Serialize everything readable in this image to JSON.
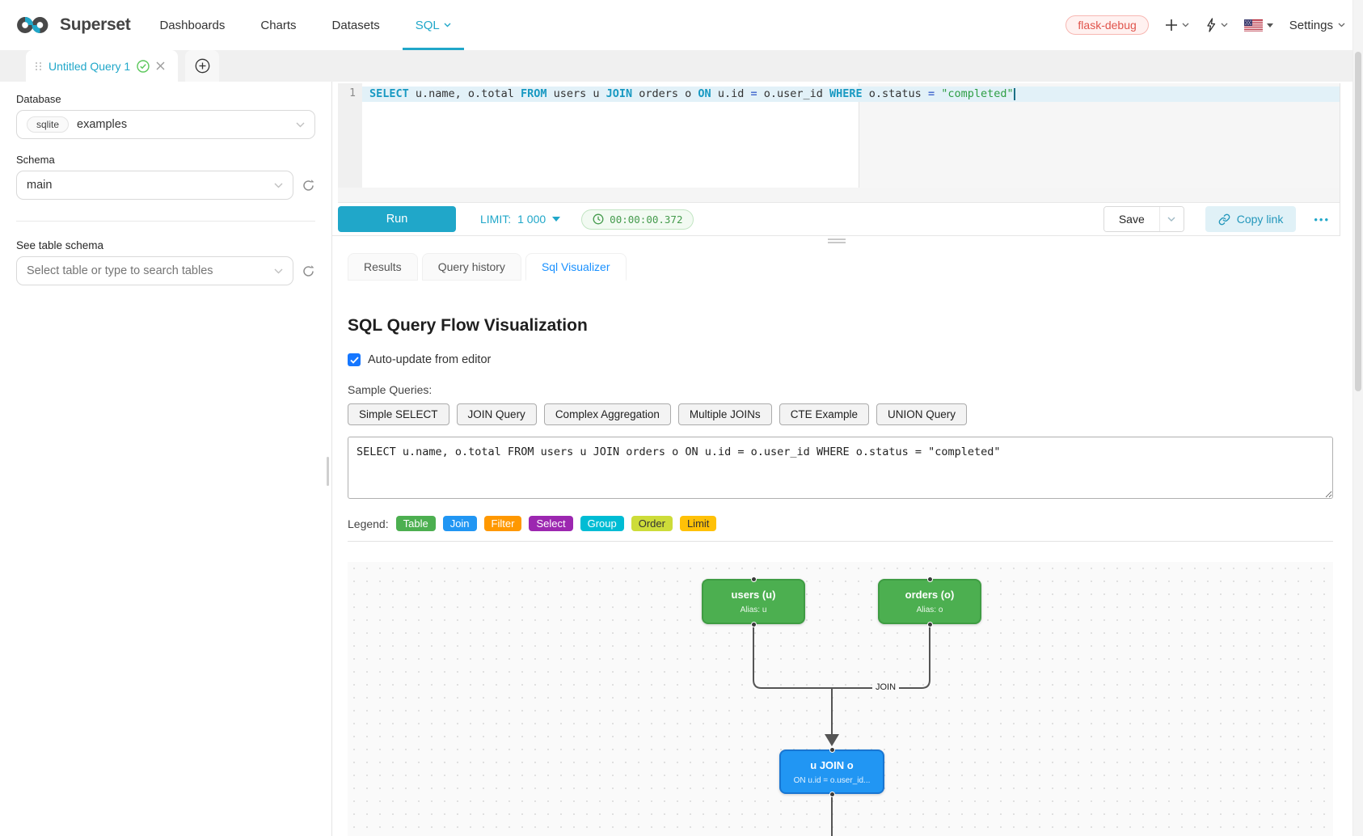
{
  "header": {
    "brand": "Superset",
    "nav": {
      "dashboards": "Dashboards",
      "charts": "Charts",
      "datasets": "Datasets",
      "sql": "SQL"
    },
    "env_badge": "flask-debug",
    "settings_label": "Settings"
  },
  "query_tab": {
    "title": "Untitled Query 1"
  },
  "sidebar": {
    "database_label": "Database",
    "database_engine": "sqlite",
    "database_name": "examples",
    "schema_label": "Schema",
    "schema_value": "main",
    "table_schema_label": "See table schema",
    "table_placeholder": "Select table or type to search tables"
  },
  "editor": {
    "line_number": "1",
    "sql_tokens": [
      {
        "text": "SELECT",
        "type": "kw"
      },
      {
        "text": " u.name, o.total ",
        "type": "pl"
      },
      {
        "text": "FROM",
        "type": "kw"
      },
      {
        "text": " users u ",
        "type": "pl"
      },
      {
        "text": "JOIN",
        "type": "kw"
      },
      {
        "text": " orders o ",
        "type": "pl"
      },
      {
        "text": "ON",
        "type": "kw"
      },
      {
        "text": " u.id ",
        "type": "pl"
      },
      {
        "text": "=",
        "type": "op"
      },
      {
        "text": " o.user_id ",
        "type": "pl"
      },
      {
        "text": "WHERE",
        "type": "kw"
      },
      {
        "text": " o.status ",
        "type": "pl"
      },
      {
        "text": "=",
        "type": "op"
      },
      {
        "text": " ",
        "type": "pl"
      },
      {
        "text": "\"completed\"",
        "type": "str"
      }
    ]
  },
  "toolbar": {
    "run_label": "Run",
    "limit_label": "LIMIT:",
    "limit_value": "1 000",
    "elapsed_time": "00:00:00.372",
    "save_label": "Save",
    "copy_link_label": "Copy link",
    "more_label": "•••"
  },
  "result_tabs": {
    "results": "Results",
    "query_history": "Query history",
    "sql_visualizer": "Sql Visualizer"
  },
  "visualizer": {
    "title": "SQL Query Flow Visualization",
    "auto_update_label": "Auto-update from editor",
    "sample_queries_label": "Sample Queries:",
    "samples": [
      "Simple SELECT",
      "JOIN Query",
      "Complex Aggregation",
      "Multiple JOINs",
      "CTE Example",
      "UNION Query"
    ],
    "query_text": "SELECT u.name, o.total FROM users u JOIN orders o ON u.id = o.user_id WHERE o.status = \"completed\"",
    "legend_label": "Legend:",
    "legend": [
      {
        "label": "Table",
        "color": "#4caf50",
        "text": "#ffffff"
      },
      {
        "label": "Join",
        "color": "#2196f3",
        "text": "#ffffff"
      },
      {
        "label": "Filter",
        "color": "#ff9800",
        "text": "#ffffff"
      },
      {
        "label": "Select",
        "color": "#9c27b0",
        "text": "#ffffff"
      },
      {
        "label": "Group",
        "color": "#00bcd4",
        "text": "#ffffff"
      },
      {
        "label": "Order",
        "color": "#cddc39",
        "text": "#333333"
      },
      {
        "label": "Limit",
        "color": "#ffc107",
        "text": "#333333"
      }
    ],
    "flow": {
      "edge_label": "JOIN",
      "nodes": [
        {
          "title": "users (u)",
          "subtitle": "Alias: u",
          "kind": "table"
        },
        {
          "title": "orders (o)",
          "subtitle": "Alias: o",
          "kind": "table"
        },
        {
          "title": "u JOIN o",
          "subtitle": "ON u.id = o.user_id...",
          "kind": "join"
        }
      ]
    }
  },
  "colors": {
    "primary": "#20a7c9",
    "table_node": "#4caf50",
    "join_node": "#2196f3",
    "active_tab": "#1890ff"
  }
}
